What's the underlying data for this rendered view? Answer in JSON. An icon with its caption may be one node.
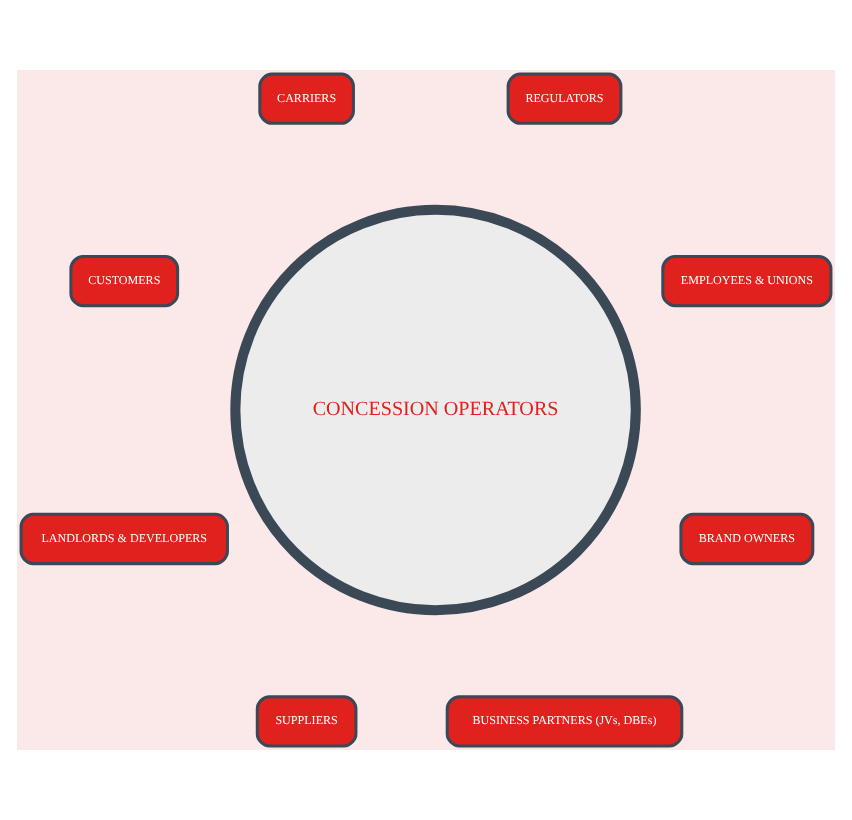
{
  "diagram": {
    "nodes": [
      {
        "text": [
          "EMPLOYEES & UNIONS"
        ]
      },
      {
        "text": [
          "REGULATORS"
        ]
      },
      {
        "text": [
          "CARRIERS"
        ]
      },
      {
        "text": [
          "CONCESSION OPERATORS"
        ]
      },
      {
        "text": [
          "CUSTOMERS"
        ]
      },
      {
        "text": [
          "LANDLORDS & DEVELOPERS"
        ]
      },
      {
        "text": [
          "SUPPLIERS"
        ]
      },
      {
        "text": [
          "BUSINESS PARTNERS (JVs, DBEs)"
        ]
      },
      {
        "text": [
          "BRAND OWNERS"
        ]
      }
    ]
  }
}
